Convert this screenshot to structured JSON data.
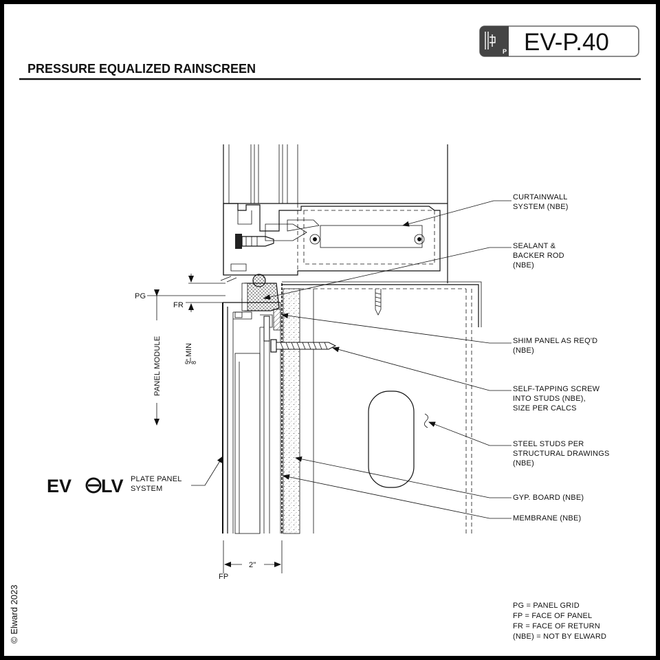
{
  "sheet": {
    "title": "PRESSURE EQUALIZED RAINSCREEN",
    "code": "EV-P.40",
    "logo_icon": "panel-bracket-icon",
    "logo_icon_letter": "P",
    "copyright": "© Elward 2023"
  },
  "brand": {
    "logo_text": "EV LV",
    "system_line1": "PLATE PANEL",
    "system_line2": "SYSTEM"
  },
  "callouts": [
    {
      "id": "curtainwall",
      "lines": [
        "CURTAINWALL",
        "SYSTEM (NBE)"
      ]
    },
    {
      "id": "sealant",
      "lines": [
        "SEALANT &",
        "BACKER ROD",
        "(NBE)"
      ]
    },
    {
      "id": "shim",
      "lines": [
        "SHIM PANEL AS REQ'D",
        "(NBE)"
      ]
    },
    {
      "id": "screw",
      "lines": [
        "SELF-TAPPING SCREW",
        "INTO STUDS (NBE),",
        "SIZE PER CALCS"
      ]
    },
    {
      "id": "studs",
      "lines": [
        "STEEL STUDS PER",
        "STRUCTURAL DRAWINGS",
        "(NBE)"
      ]
    },
    {
      "id": "gyp",
      "lines": [
        "GYP. BOARD (NBE)"
      ]
    },
    {
      "id": "membrane",
      "lines": [
        "MEMBRANE (NBE)"
      ]
    }
  ],
  "dimensions": {
    "pg": "PG",
    "fr": "FR",
    "fp": "FP",
    "panel_module": "PANEL MODULE",
    "gap_num": "5",
    "gap_den": "8",
    "gap_suffix": "\" MIN",
    "panel_depth": "2\""
  },
  "legend": [
    "PG = PANEL GRID",
    "FP = FACE OF PANEL",
    "FR = FACE OF RETURN",
    "(NBE) = NOT BY ELWARD"
  ]
}
